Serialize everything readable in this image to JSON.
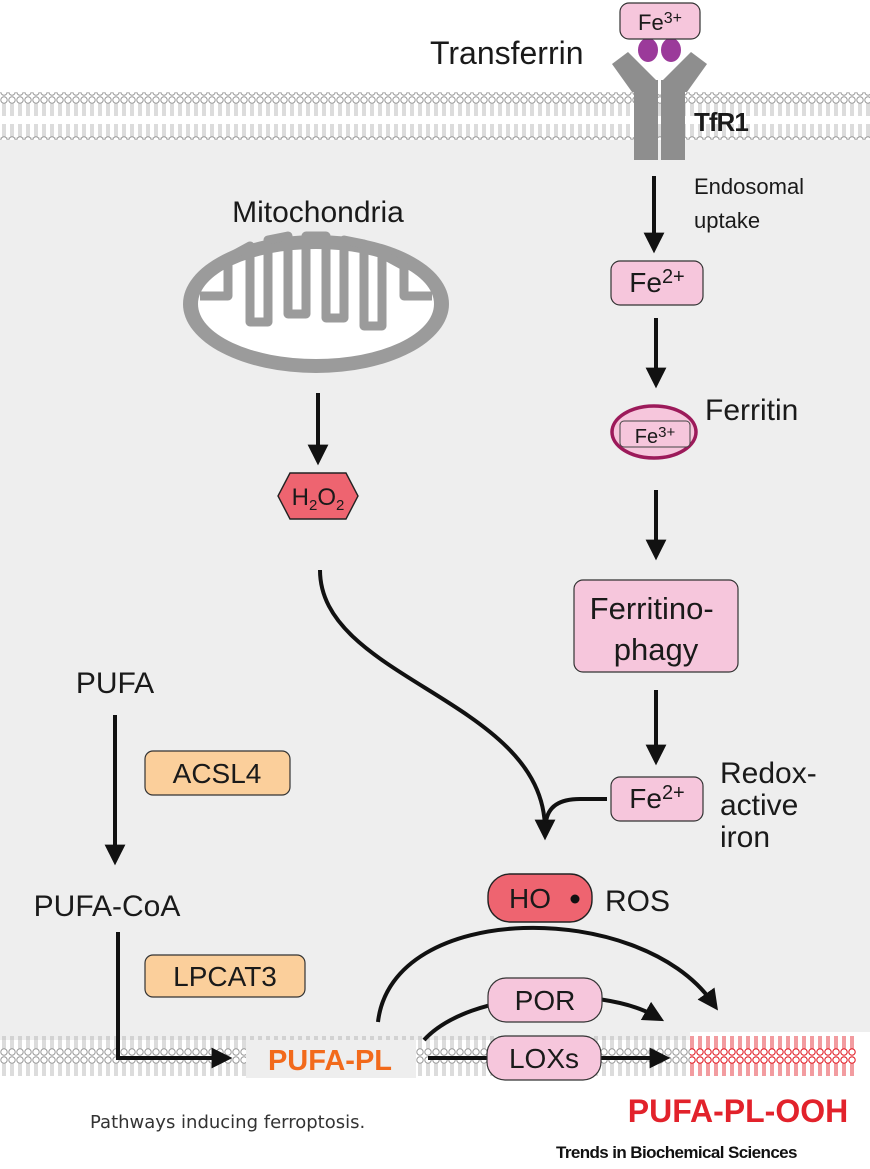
{
  "diagram": {
    "transferrin": "Transferrin",
    "fe3_top": {
      "base": "Fe",
      "charge": "3+"
    },
    "tfr1": "TfR1",
    "endosomal_uptake": [
      "Endosomal",
      "uptake"
    ],
    "fe2_top": {
      "base": "Fe",
      "charge": "2+"
    },
    "ferritin": "Ferritin",
    "fe3_ferritin": {
      "base": "Fe",
      "charge": "3+"
    },
    "ferritinophagy": [
      "Ferritino-",
      "phagy"
    ],
    "fe2_redox": {
      "base": "Fe",
      "charge": "2+"
    },
    "redox_active_iron": [
      "Redox-",
      "active",
      "iron"
    ],
    "mitochondria": "Mitochondria",
    "h2o2": {
      "h": "H",
      "sub1": "2",
      "o": "O",
      "sub2": "2"
    },
    "hydroxyl": "HO",
    "ros": "ROS",
    "pufa": "PUFA",
    "acsl4": "ACSL4",
    "pufa_coa": "PUFA-CoA",
    "lpcat3": "LPCAT3",
    "pufa_pl": "PUFA-PL",
    "por": "POR",
    "loxs": "LOXs",
    "pufa_pl_ooh": "PUFA-PL-OOH"
  },
  "colors": {
    "pink_fill": "#f6c6dc",
    "ferritin_ring": "#9c1a5a",
    "receptor_gray": "#8e8e8e",
    "transferrin_purple": "#9b3a9a",
    "ros_red": "#ee6470",
    "enzyme_orange": "#fbcf9b",
    "pufa_pl_orange": "#f26a1b",
    "ooh_red": "#e2222b"
  },
  "caption": "Pathways inducing ferroptosis.",
  "journal": "Trends in Biochemical Sciences"
}
